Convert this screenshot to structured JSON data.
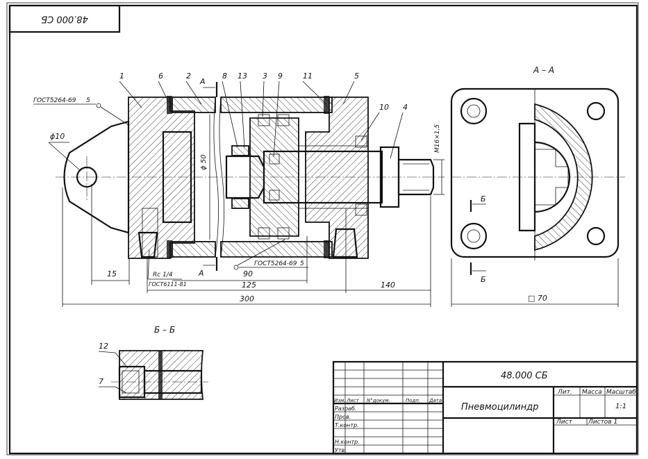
{
  "stamp": {
    "code_rotated": "48.000 СБ"
  },
  "main_view": {
    "leaders": [
      "1",
      "6",
      "2",
      "8",
      "13",
      "3",
      "9",
      "11",
      "5",
      "10",
      "4",
      "7",
      "12"
    ],
    "labels": {
      "gost_top": "ГОСТ5264-69",
      "gost_top_mark": "5",
      "gost_bottom": "ГОСТ5264-69",
      "gost_bottom_mark": "5",
      "phi10": "ϕ10",
      "phi50": "ϕ 50",
      "thread": "M16×1,5",
      "rc": "Rc 1/4",
      "gost6111": "ГОСТ6111-81",
      "cut_A_top": "А",
      "cut_A_bottom": "А"
    },
    "dimensions": {
      "d15": "15",
      "d90": "90",
      "d125": "125",
      "d140": "140",
      "d300": "300"
    }
  },
  "section_AA": {
    "title": "А – А",
    "cut_B_top": "Б",
    "cut_B_bottom": "Б",
    "size": "□ 70"
  },
  "section_BB": {
    "title": "Б – Б"
  },
  "title_block": {
    "doc_code": "48.000 СБ",
    "name": "Пневмоцилиндр",
    "col_lit": "Лит.",
    "col_mass": "Масса",
    "col_scale": "Масштаб",
    "scale": "1:1",
    "sheet": "Лист",
    "sheets": "Листов 1",
    "head_izm": "Изм.",
    "head_list": "Лист",
    "head_doc": "N°докум.",
    "head_sign": "Подп.",
    "head_date": "Дата",
    "role_razrab": "Разраб.",
    "role_prov": "Пров.",
    "role_tkontr": "Т.контр.",
    "role_nkontr": "Н.контр.",
    "role_utv": "Утв."
  }
}
